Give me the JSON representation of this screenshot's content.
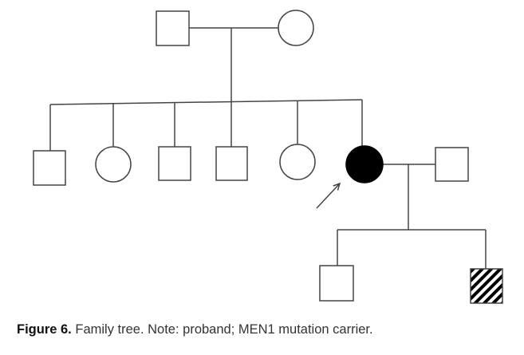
{
  "caption": {
    "label": "Figure 6.",
    "text": "Family tree. Note: proband; MEN1 mutation carrier."
  },
  "colors": {
    "line": "#444444",
    "affected": "#000000",
    "unaffected": "#ffffff"
  },
  "pedigree": {
    "generation_1": [
      {
        "id": "father",
        "sex": "male",
        "status": "unaffected"
      },
      {
        "id": "mother",
        "sex": "female",
        "status": "unaffected"
      }
    ],
    "generation_2": [
      {
        "id": "son-1",
        "sex": "male",
        "status": "unaffected"
      },
      {
        "id": "daughter-1",
        "sex": "female",
        "status": "unaffected"
      },
      {
        "id": "son-2",
        "sex": "male",
        "status": "unaffected"
      },
      {
        "id": "son-3",
        "sex": "male",
        "status": "unaffected"
      },
      {
        "id": "daughter-2",
        "sex": "female",
        "status": "unaffected"
      },
      {
        "id": "proband",
        "sex": "female",
        "status": "affected",
        "proband": true
      }
    ],
    "spouse": {
      "id": "proband-spouse",
      "sex": "male",
      "status": "unaffected"
    },
    "generation_3": [
      {
        "id": "grandson-1",
        "sex": "male",
        "status": "unaffected"
      },
      {
        "id": "grandson-2",
        "sex": "male",
        "status": "carrier"
      }
    ]
  }
}
